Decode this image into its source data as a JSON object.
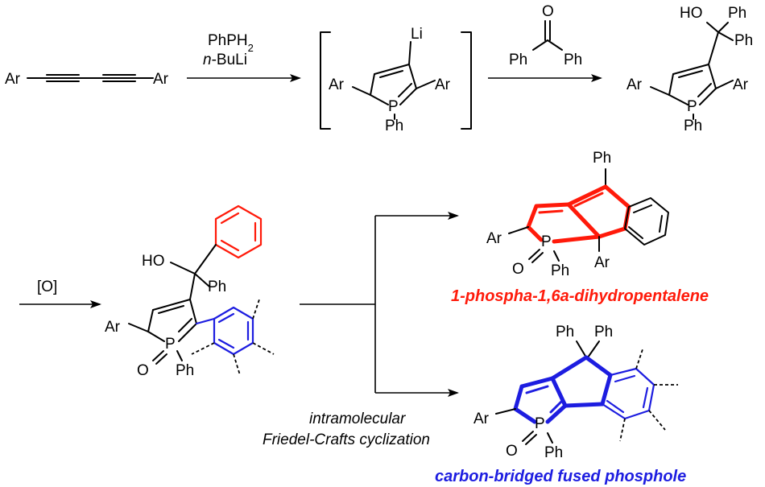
{
  "colors": {
    "ink": "#000000",
    "product_red": "#ff1a0a",
    "product_blue": "#1d1de0"
  },
  "labels": {
    "ar": "Ar",
    "ph": "Ph",
    "p": "P",
    "o": "O",
    "li": "Li",
    "ho": "HO",
    "oxygen": "O"
  },
  "reagents": {
    "step1_line1_main": "PhPH",
    "step1_line1_sub": "2",
    "step1_line2_prefix": "n",
    "step1_line2_rest": "-BuLi",
    "step2_ketone_left": "Ph",
    "step2_ketone_right": "Ph",
    "step3": "[O]",
    "cyclization_line1": "intramolecular",
    "cyclization_line2": "Friedel-Crafts cyclization"
  },
  "products": {
    "red_name": "1-phospha-1,6a-dihydropentalene",
    "blue_name": "carbon-bridged fused phosphole"
  }
}
